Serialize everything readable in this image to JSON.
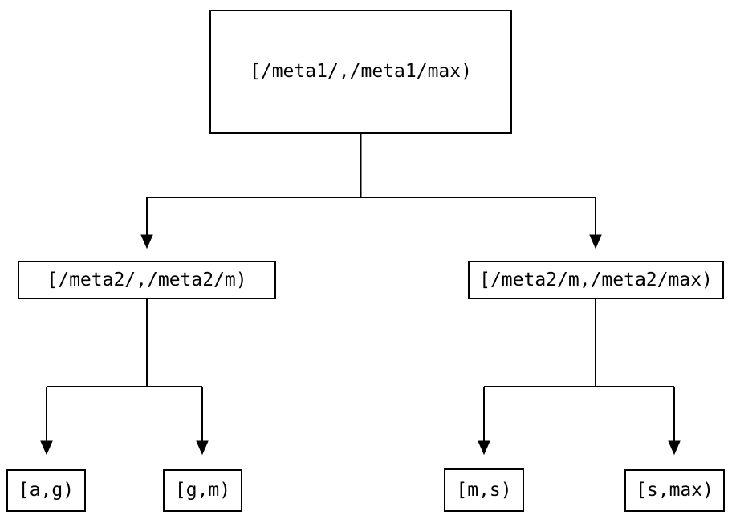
{
  "diagram": {
    "type": "tree",
    "background": "#ffffff",
    "line_color": "#000000",
    "text_color": "#000000",
    "nodes": {
      "root": {
        "label": "[/meta1/,/meta1/max)"
      },
      "left": {
        "label": "[/meta2/,/meta2/m)"
      },
      "right": {
        "label": "[/meta2/m,/meta2/max)"
      },
      "left_left": {
        "label": "[a,g)"
      },
      "left_right": {
        "label": "[g,m)"
      },
      "right_left": {
        "label": "[m,s)"
      },
      "right_right": {
        "label": "[s,max)"
      }
    },
    "edges": [
      {
        "from": "root",
        "to": "left"
      },
      {
        "from": "root",
        "to": "right"
      },
      {
        "from": "left",
        "to": "left_left"
      },
      {
        "from": "left",
        "to": "left_right"
      },
      {
        "from": "right",
        "to": "right_left"
      },
      {
        "from": "right",
        "to": "right_right"
      }
    ]
  }
}
